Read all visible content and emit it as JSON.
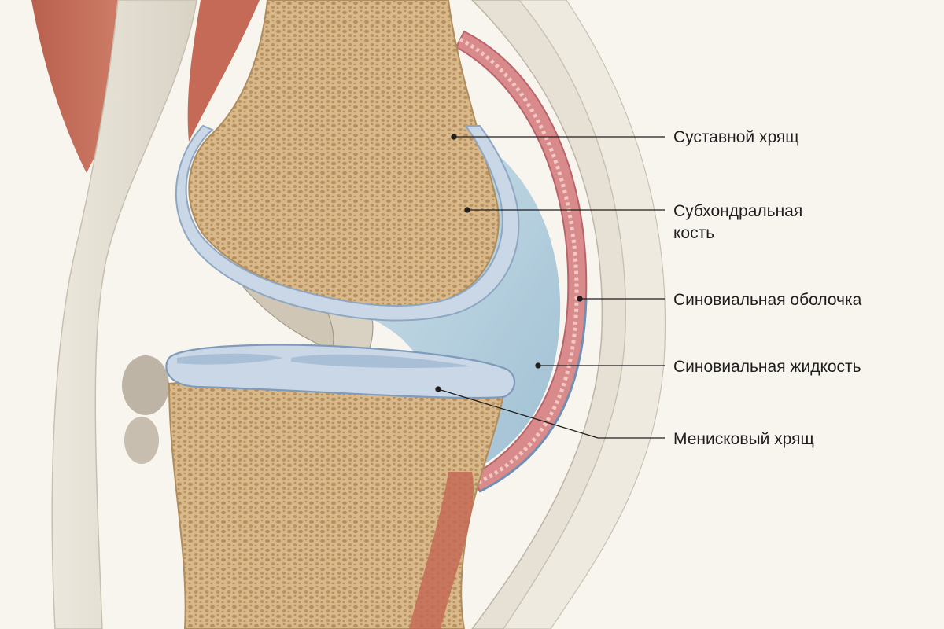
{
  "labels": [
    {
      "text": "Суставной хрящ"
    },
    {
      "text": "Субхондральная\nкость"
    },
    {
      "text": "Синовиальная оболочка"
    },
    {
      "text": "Синовиальная жидкость"
    },
    {
      "text": "Менисковый хрящ"
    }
  ],
  "colors": {
    "background": "#f8f5ef",
    "bone": "#d8b88a",
    "bone_pores": "#a97f4e",
    "cartilage": "#c9d7e6",
    "synovial_fluid": "#b9d3e0",
    "synovial_membrane": "#d98a8a",
    "muscle": "#c9705c",
    "tendon": "#e3ddd0",
    "leader_line": "#1e1e1e"
  }
}
